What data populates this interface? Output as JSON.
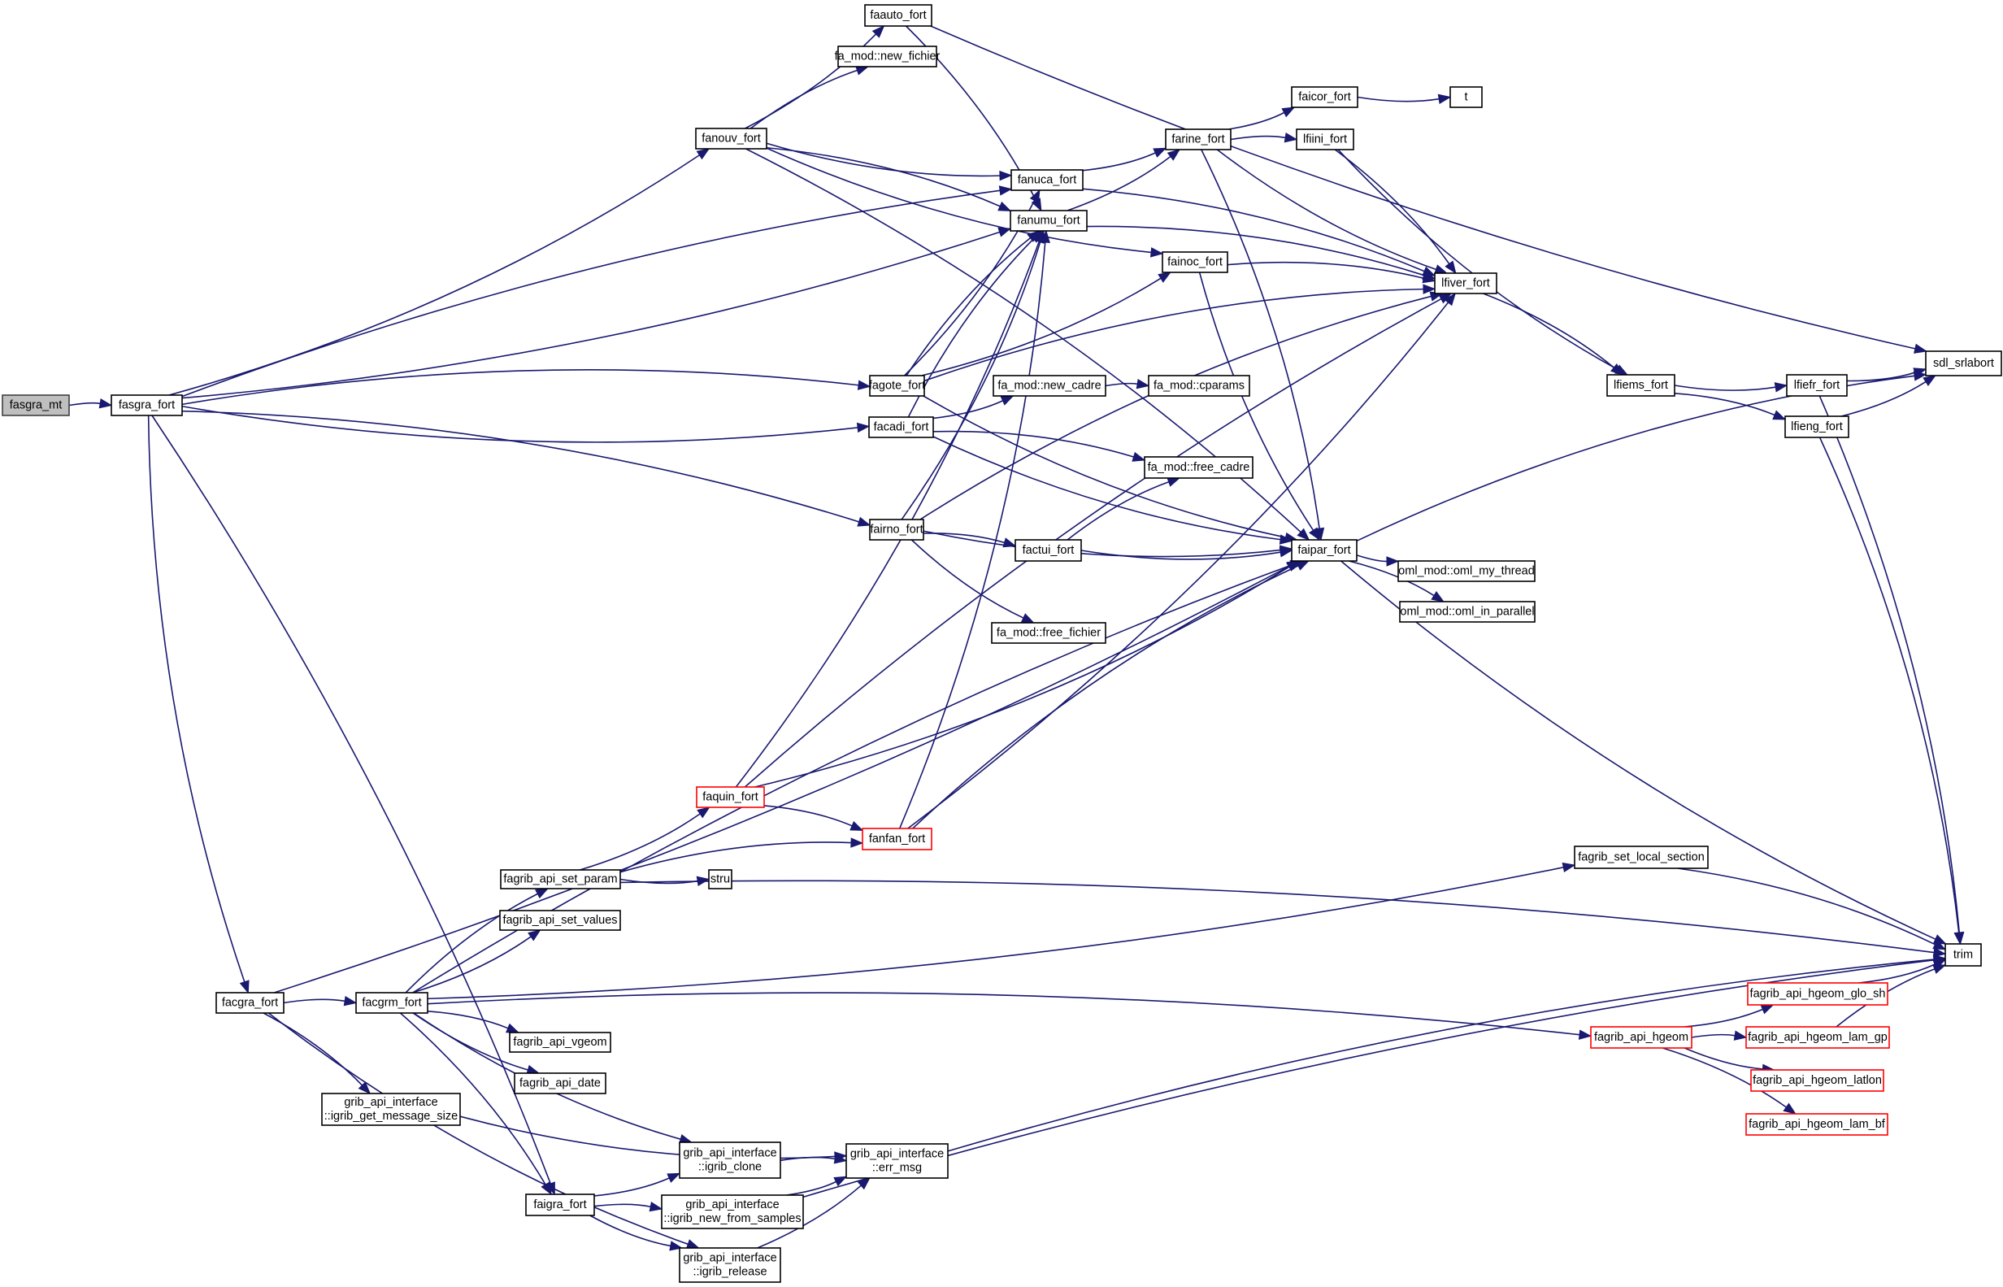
{
  "diagram": {
    "type": "call-graph",
    "colors": {
      "edge": "#191970",
      "node_border": "#000000",
      "truncated_border": "#ff0000",
      "root_fill": "#bfbfbf",
      "background": "#ffffff"
    },
    "nodes": [
      {
        "id": "fasgra_mt",
        "lines": [
          "fasgra_mt"
        ],
        "style": "root"
      },
      {
        "id": "fasgra_fort",
        "lines": [
          "fasgra_fort"
        ],
        "style": "normal"
      },
      {
        "id": "faauto_fort",
        "lines": [
          "faauto_fort"
        ],
        "style": "normal"
      },
      {
        "id": "fa_mod_new_fichier",
        "lines": [
          "fa_mod::new_fichier"
        ],
        "style": "normal"
      },
      {
        "id": "fanouv_fort",
        "lines": [
          "fanouv_fort"
        ],
        "style": "normal"
      },
      {
        "id": "faicor_fort",
        "lines": [
          "faicor_fort"
        ],
        "style": "normal"
      },
      {
        "id": "t",
        "lines": [
          "t"
        ],
        "style": "normal"
      },
      {
        "id": "farine_fort",
        "lines": [
          "farine_fort"
        ],
        "style": "normal"
      },
      {
        "id": "lfiini_fort",
        "lines": [
          "lfiini_fort"
        ],
        "style": "normal"
      },
      {
        "id": "fanuca_fort",
        "lines": [
          "fanuca_fort"
        ],
        "style": "normal"
      },
      {
        "id": "fanumu_fort",
        "lines": [
          "fanumu_fort"
        ],
        "style": "normal"
      },
      {
        "id": "fainoc_fort",
        "lines": [
          "fainoc_fort"
        ],
        "style": "normal"
      },
      {
        "id": "lfiver_fort",
        "lines": [
          "lfiver_fort"
        ],
        "style": "normal"
      },
      {
        "id": "fagote_fort",
        "lines": [
          "fagote_fort"
        ],
        "style": "normal"
      },
      {
        "id": "fa_mod_new_cadre",
        "lines": [
          "fa_mod::new_cadre"
        ],
        "style": "normal"
      },
      {
        "id": "fa_mod_cparams",
        "lines": [
          "fa_mod::cparams"
        ],
        "style": "normal"
      },
      {
        "id": "lfiems_fort",
        "lines": [
          "lfiems_fort"
        ],
        "style": "normal"
      },
      {
        "id": "sdl_srlabort",
        "lines": [
          "sdl_srlabort"
        ],
        "style": "normal"
      },
      {
        "id": "lfiefr_fort",
        "lines": [
          "lfiefr_fort"
        ],
        "style": "normal"
      },
      {
        "id": "facadi_fort",
        "lines": [
          "facadi_fort"
        ],
        "style": "normal"
      },
      {
        "id": "lfieng_fort",
        "lines": [
          "lfieng_fort"
        ],
        "style": "normal"
      },
      {
        "id": "fa_mod_free_cadre",
        "lines": [
          "fa_mod::free_cadre"
        ],
        "style": "normal"
      },
      {
        "id": "fairno_fort",
        "lines": [
          "fairno_fort"
        ],
        "style": "normal"
      },
      {
        "id": "factui_fort",
        "lines": [
          "factui_fort"
        ],
        "style": "normal"
      },
      {
        "id": "faipar_fort",
        "lines": [
          "faipar_fort"
        ],
        "style": "normal"
      },
      {
        "id": "oml_my_thread",
        "lines": [
          "oml_mod::oml_my_thread"
        ],
        "style": "normal"
      },
      {
        "id": "oml_in_parallel",
        "lines": [
          "oml_mod::oml_in_parallel"
        ],
        "style": "normal"
      },
      {
        "id": "fa_mod_free_fichier",
        "lines": [
          "fa_mod::free_fichier"
        ],
        "style": "normal"
      },
      {
        "id": "faquin_fort",
        "lines": [
          "faquin_fort"
        ],
        "style": "truncated"
      },
      {
        "id": "fanfan_fort",
        "lines": [
          "fanfan_fort"
        ],
        "style": "truncated"
      },
      {
        "id": "fagrib_set_local_section",
        "lines": [
          "fagrib_set_local_section"
        ],
        "style": "normal"
      },
      {
        "id": "fagrib_api_set_param",
        "lines": [
          "fagrib_api_set_param"
        ],
        "style": "normal"
      },
      {
        "id": "stru",
        "lines": [
          "stru"
        ],
        "style": "normal"
      },
      {
        "id": "fagrib_api_set_values",
        "lines": [
          "fagrib_api_set_values"
        ],
        "style": "normal"
      },
      {
        "id": "trim",
        "lines": [
          "trim"
        ],
        "style": "normal"
      },
      {
        "id": "facgra_fort",
        "lines": [
          "facgra_fort"
        ],
        "style": "normal"
      },
      {
        "id": "facgrm_fort",
        "lines": [
          "facgrm_fort"
        ],
        "style": "normal"
      },
      {
        "id": "hgeom_glo_sh",
        "lines": [
          "fagrib_api_hgeom_glo_sh"
        ],
        "style": "truncated"
      },
      {
        "id": "fagrib_api_hgeom",
        "lines": [
          "fagrib_api_hgeom"
        ],
        "style": "truncated"
      },
      {
        "id": "hgeom_lam_gp",
        "lines": [
          "fagrib_api_hgeom_lam_gp"
        ],
        "style": "truncated"
      },
      {
        "id": "fagrib_api_vgeom",
        "lines": [
          "fagrib_api_vgeom"
        ],
        "style": "normal"
      },
      {
        "id": "hgeom_latlon",
        "lines": [
          "fagrib_api_hgeom_latlon"
        ],
        "style": "truncated"
      },
      {
        "id": "fagrib_api_date",
        "lines": [
          "fagrib_api_date"
        ],
        "style": "normal"
      },
      {
        "id": "igrib_get_message_size",
        "lines": [
          "grib_api_interface",
          "::igrib_get_message_size"
        ],
        "style": "normal"
      },
      {
        "id": "hgeom_lam_bf",
        "lines": [
          "fagrib_api_hgeom_lam_bf"
        ],
        "style": "truncated"
      },
      {
        "id": "igrib_clone",
        "lines": [
          "grib_api_interface",
          "::igrib_clone"
        ],
        "style": "normal"
      },
      {
        "id": "err_msg",
        "lines": [
          "grib_api_interface",
          "::err_msg"
        ],
        "style": "normal"
      },
      {
        "id": "faigra_fort",
        "lines": [
          "faigra_fort"
        ],
        "style": "normal"
      },
      {
        "id": "igrib_new_from_samples",
        "lines": [
          "grib_api_interface",
          "::igrib_new_from_samples"
        ],
        "style": "normal"
      },
      {
        "id": "igrib_release",
        "lines": [
          "grib_api_interface",
          "::igrib_release"
        ],
        "style": "normal"
      }
    ],
    "edges": [
      [
        "fasgra_mt",
        "fasgra_fort"
      ],
      [
        "fasgra_fort",
        "fanouv_fort"
      ],
      [
        "fasgra_fort",
        "fanuca_fort"
      ],
      [
        "fasgra_fort",
        "fanumu_fort"
      ],
      [
        "fasgra_fort",
        "fagote_fort"
      ],
      [
        "fasgra_fort",
        "facadi_fort"
      ],
      [
        "fasgra_fort",
        "fairno_fort"
      ],
      [
        "fasgra_fort",
        "facgra_fort"
      ],
      [
        "fasgra_fort",
        "faigra_fort"
      ],
      [
        "fanouv_fort",
        "faauto_fort"
      ],
      [
        "fanouv_fort",
        "fa_mod_new_fichier"
      ],
      [
        "fanouv_fort",
        "fanuca_fort"
      ],
      [
        "fanouv_fort",
        "fanumu_fort"
      ],
      [
        "fanouv_fort",
        "fainoc_fort"
      ],
      [
        "fanouv_fort",
        "faipar_fort"
      ],
      [
        "faauto_fort",
        "sdl_srlabort"
      ],
      [
        "faauto_fort",
        "fanumu_fort"
      ],
      [
        "fanuca_fort",
        "farine_fort"
      ],
      [
        "fanuca_fort",
        "lfiver_fort"
      ],
      [
        "fanumu_fort",
        "farine_fort"
      ],
      [
        "fanumu_fort",
        "lfiver_fort"
      ],
      [
        "farine_fort",
        "faicor_fort"
      ],
      [
        "farine_fort",
        "lfiini_fort"
      ],
      [
        "farine_fort",
        "lfiver_fort"
      ],
      [
        "farine_fort",
        "faipar_fort"
      ],
      [
        "faicor_fort",
        "t"
      ],
      [
        "lfiini_fort",
        "lfiver_fort"
      ],
      [
        "lfiini_fort",
        "lfiems_fort"
      ],
      [
        "fainoc_fort",
        "lfiver_fort"
      ],
      [
        "fainoc_fort",
        "faipar_fort"
      ],
      [
        "lfiver_fort",
        "lfiems_fort"
      ],
      [
        "lfiems_fort",
        "lfiefr_fort"
      ],
      [
        "lfiems_fort",
        "lfieng_fort"
      ],
      [
        "lfiefr_fort",
        "sdl_srlabort"
      ],
      [
        "lfiefr_fort",
        "trim"
      ],
      [
        "lfieng_fort",
        "sdl_srlabort"
      ],
      [
        "lfieng_fort",
        "trim"
      ],
      [
        "fagote_fort",
        "fanuca_fort"
      ],
      [
        "fagote_fort",
        "fanumu_fort"
      ],
      [
        "fagote_fort",
        "fainoc_fort"
      ],
      [
        "fagote_fort",
        "lfiver_fort"
      ],
      [
        "fagote_fort",
        "faipar_fort"
      ],
      [
        "facadi_fort",
        "fanumu_fort"
      ],
      [
        "facadi_fort",
        "fa_mod_new_cadre"
      ],
      [
        "facadi_fort",
        "fa_mod_free_cadre"
      ],
      [
        "facadi_fort",
        "faipar_fort"
      ],
      [
        "fa_mod_new_cadre",
        "fa_mod_cparams"
      ],
      [
        "fairno_fort",
        "fanumu_fort"
      ],
      [
        "fairno_fort",
        "factui_fort"
      ],
      [
        "fairno_fort",
        "faipar_fort"
      ],
      [
        "fairno_fort",
        "lfiver_fort"
      ],
      [
        "fairno_fort",
        "fa_mod_free_fichier"
      ],
      [
        "factui_fort",
        "fa_mod_free_cadre"
      ],
      [
        "factui_fort",
        "faipar_fort"
      ],
      [
        "faipar_fort",
        "sdl_srlabort"
      ],
      [
        "faipar_fort",
        "oml_my_thread"
      ],
      [
        "faipar_fort",
        "oml_in_parallel"
      ],
      [
        "faipar_fort",
        "trim"
      ],
      [
        "facgra_fort",
        "facgrm_fort"
      ],
      [
        "facgra_fort",
        "faipar_fort"
      ],
      [
        "facgra_fort",
        "igrib_get_message_size"
      ],
      [
        "facgra_fort",
        "igrib_release"
      ],
      [
        "facgrm_fort",
        "fagrib_api_set_param"
      ],
      [
        "facgrm_fort",
        "fagrib_api_set_values"
      ],
      [
        "facgrm_fort",
        "fagrib_api_vgeom"
      ],
      [
        "facgrm_fort",
        "fagrib_api_date"
      ],
      [
        "facgrm_fort",
        "fagrib_api_hgeom"
      ],
      [
        "facgrm_fort",
        "fagrib_set_local_section"
      ],
      [
        "facgrm_fort",
        "faipar_fort"
      ],
      [
        "facgrm_fort",
        "igrib_clone"
      ],
      [
        "facgrm_fort",
        "faigra_fort"
      ],
      [
        "fagrib_api_set_param",
        "faquin_fort"
      ],
      [
        "fagrib_api_set_param",
        "fanfan_fort"
      ],
      [
        "fagrib_api_set_param",
        "stru"
      ],
      [
        "fagrib_api_set_param",
        "trim"
      ],
      [
        "faquin_fort",
        "fanumu_fort"
      ],
      [
        "faquin_fort",
        "fanfan_fort"
      ],
      [
        "faquin_fort",
        "faipar_fort"
      ],
      [
        "faquin_fort",
        "lfiver_fort"
      ],
      [
        "fanfan_fort",
        "fanumu_fort"
      ],
      [
        "fanfan_fort",
        "faipar_fort"
      ],
      [
        "fanfan_fort",
        "lfiver_fort"
      ],
      [
        "fagrib_set_local_section",
        "trim"
      ],
      [
        "fagrib_api_hgeom",
        "hgeom_glo_sh"
      ],
      [
        "fagrib_api_hgeom",
        "hgeom_lam_gp"
      ],
      [
        "fagrib_api_hgeom",
        "hgeom_latlon"
      ],
      [
        "fagrib_api_hgeom",
        "hgeom_lam_bf"
      ],
      [
        "hgeom_glo_sh",
        "trim"
      ],
      [
        "hgeom_lam_gp",
        "trim"
      ],
      [
        "igrib_get_message_size",
        "err_msg"
      ],
      [
        "igrib_clone",
        "err_msg"
      ],
      [
        "igrib_new_from_samples",
        "err_msg"
      ],
      [
        "igrib_new_from_samples",
        "trim"
      ],
      [
        "igrib_release",
        "err_msg"
      ],
      [
        "err_msg",
        "trim"
      ],
      [
        "faigra_fort",
        "igrib_clone"
      ],
      [
        "faigra_fort",
        "igrib_new_from_samples"
      ],
      [
        "faigra_fort",
        "igrib_release"
      ]
    ]
  }
}
